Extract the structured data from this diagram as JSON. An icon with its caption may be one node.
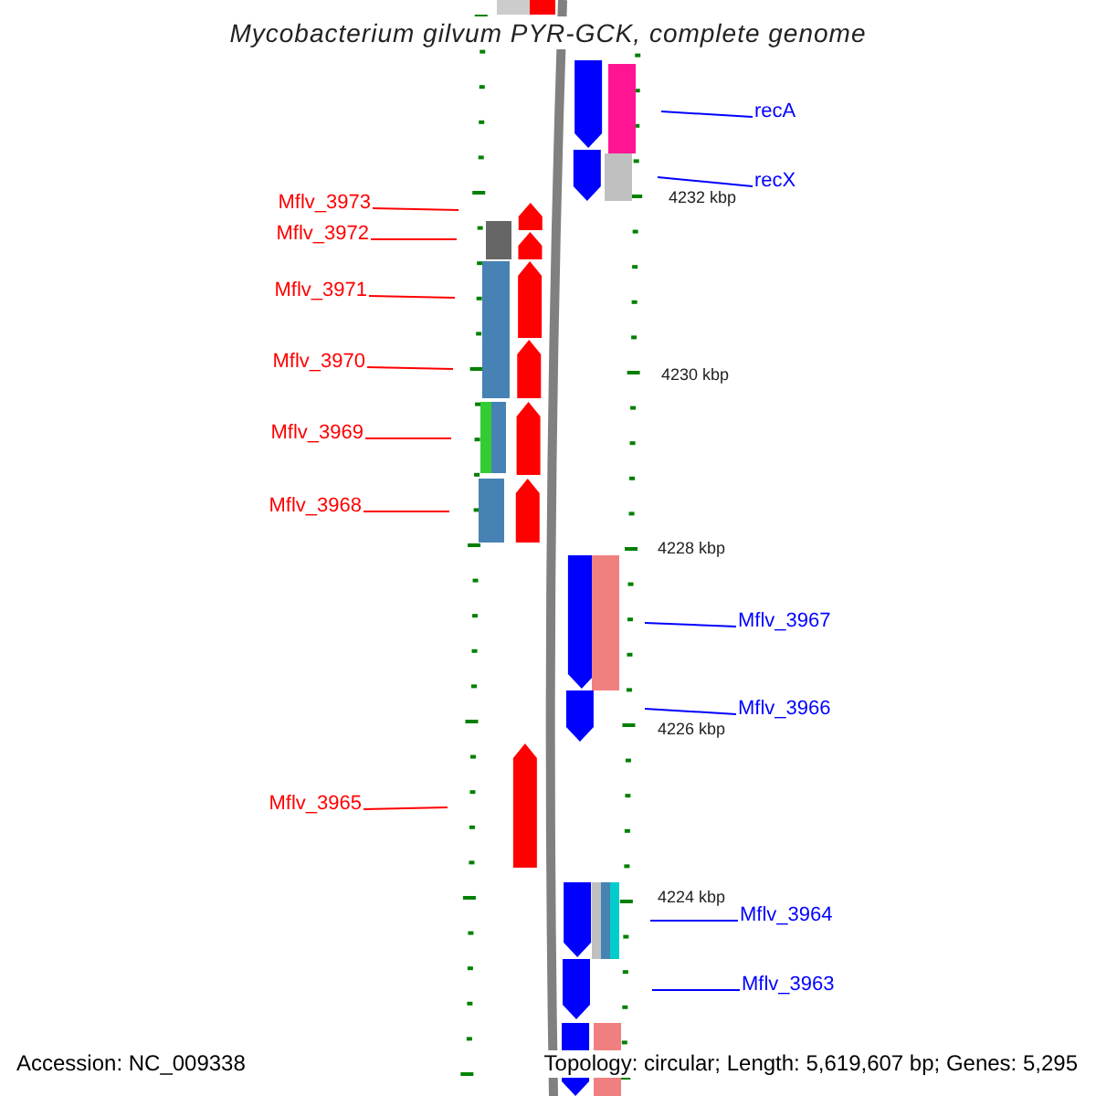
{
  "diagram": {
    "title": "Mycobacterium gilvum PYR-GCK, complete genome",
    "nodes": [
      {
        "text": [
          "recA"
        ]
      },
      {
        "text": [
          "recX"
        ]
      },
      {
        "text": [
          "Mflv_3973"
        ]
      },
      {
        "text": [
          "Mflv_3972"
        ]
      },
      {
        "text": [
          "Mflv_3971"
        ]
      },
      {
        "text": [
          "Mflv_3970"
        ]
      },
      {
        "text": [
          "Mflv_3969"
        ]
      },
      {
        "text": [
          "Mflv_3968"
        ]
      },
      {
        "text": [
          "Mflv_3967"
        ]
      },
      {
        "text": [
          "Mflv_3966"
        ]
      },
      {
        "text": [
          "Mflv_3965"
        ]
      },
      {
        "text": [
          "Mflv_3964"
        ]
      },
      {
        "text": [
          "Mflv_3963"
        ]
      }
    ],
    "edges": [
      {
        "from": 0,
        "to": null,
        "arrow": "none",
        "color": "#0000ff"
      },
      {
        "from": 1,
        "to": null,
        "arrow": "none",
        "color": "#0000ff"
      },
      {
        "from": 2,
        "to": null,
        "arrow": "none"
      },
      {
        "from": 3,
        "to": null,
        "arrow": "none"
      },
      {
        "from": 4,
        "to": null,
        "arrow": "none"
      },
      {
        "from": 5,
        "to": null,
        "arrow": "none"
      },
      {
        "from": 6,
        "to": null,
        "arrow": "none"
      },
      {
        "from": 7,
        "to": null,
        "arrow": "none"
      },
      {
        "from": 8,
        "to": null,
        "arrow": "none",
        "color": "#0000ff"
      },
      {
        "from": 9,
        "to": null,
        "arrow": "none",
        "color": "#0000ff"
      },
      {
        "from": 10,
        "to": null,
        "arrow": "none"
      },
      {
        "from": 11,
        "to": null,
        "arrow": "none",
        "color": "#0000ff"
      },
      {
        "from": 12,
        "to": null,
        "arrow": "none",
        "color": "#0000ff"
      }
    ],
    "labels": [
      "4232 kbp",
      "4230 kbp",
      "4228 kbp",
      "4226 kbp",
      "4224 kbp",
      "Accession: NC_009338",
      "Topology: circular; Length: 5,619,607 bp; Genes: 5,295"
    ]
  }
}
